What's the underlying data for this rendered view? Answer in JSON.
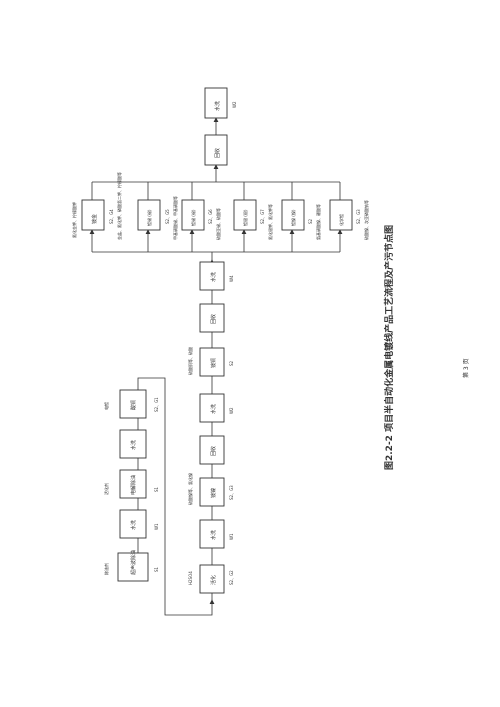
{
  "caption": "图2.2-2  项目半自动化金属电镀线产品工艺流程及产污节点图",
  "page_number": "第 3 页",
  "upper_line": {
    "input_1": "除油剂",
    "box_1": "超声波除油",
    "box_1_pollutant": "S1",
    "box_2": "水洗",
    "box_2_pollutant": "W1",
    "input_3": "活化剂",
    "box_3": "电解除油",
    "box_3_pollutant": "S1",
    "box_4": "水洗",
    "input_5": "电镀",
    "box_5": "酸铜",
    "box_5_pollutant": "S2、G1"
  },
  "lower_line": {
    "input_1": "H2SO4",
    "box_1": "活化",
    "box_1_pollutant": "S2、G2",
    "box_2": "水洗",
    "box_2_pollutant": "W1",
    "input_3": "硫酸镍等、氯化镍",
    "box_3": "镀镍",
    "box_3_pollutant": "S2、G3",
    "box_4": "回收",
    "box_5": "水洗",
    "box_5_pollutant": "W2",
    "input_6": "硫酸铜等、硫酸",
    "box_6": "镀铜",
    "box_6_pollutant": "S2",
    "box_7": "回收",
    "box_8": "水洗",
    "box_8_pollutant": "W4"
  },
  "branches": [
    {
      "box": "镀金",
      "input": "氰化金钾、柠檬酸钾",
      "pollutant": "S2、G4",
      "note": "金盐、氰化钾、磷酸氢二钾、柠檬酸等"
    },
    {
      "box": "镀锡 (锡)",
      "input": "",
      "pollutant": "S2、G5",
      "note": "甲基磺酸锡、甲基磺酸等"
    },
    {
      "box": "镀锡 (锡)",
      "input": "",
      "pollutant": "S2、G6",
      "note": "硫酸亚锡、硫酸等"
    },
    {
      "box": "镀银 (银)",
      "input": "",
      "pollutant": "S2、G7",
      "note": "氰化银钾、氰化钾等"
    },
    {
      "box": "镀镍 (镍)",
      "input": "",
      "pollutant": "S2",
      "note": "氨基磺酸镍、硼酸等"
    },
    {
      "box": "化学镀",
      "input": "",
      "pollutant": "S2、G3",
      "note": "硫酸镍、次亚磷酸钠等"
    }
  ],
  "post_process": {
    "box_1": "回收",
    "box_2": "水洗",
    "box_2_pollutant": "W2"
  }
}
